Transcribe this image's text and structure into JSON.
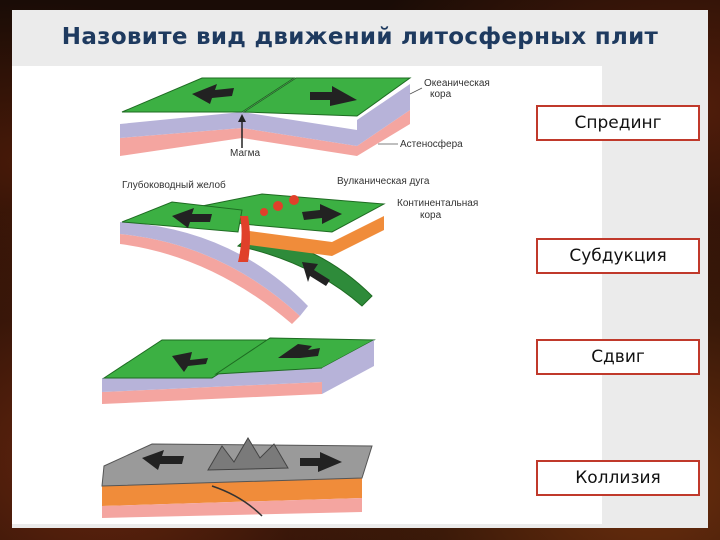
{
  "title": "Назовите вид движений литосферных плит",
  "diagram": {
    "labels": {
      "oceanic_crust": [
        "Океаническая",
        "кора"
      ],
      "magma": "Магма",
      "asthenosphere": "Астеносфера",
      "deep_trench": "Глубоководный желоб",
      "volcanic_arc": "Вулканическая дуга",
      "continental_crust": [
        "Континентальная",
        "кора"
      ]
    },
    "colors": {
      "surface_green": "#3cb043",
      "surface_gray": "#9a9a9a",
      "crust_purple": "#b7b3d9",
      "mantle_pink": "#f4a5a0",
      "continental_orange": "#f08c3a",
      "magma_red": "#e0402a"
    }
  },
  "answers": [
    {
      "label": "Спрединг"
    },
    {
      "label": "Субдукция"
    },
    {
      "label": "Сдвиг"
    },
    {
      "label": "Коллизия"
    }
  ]
}
